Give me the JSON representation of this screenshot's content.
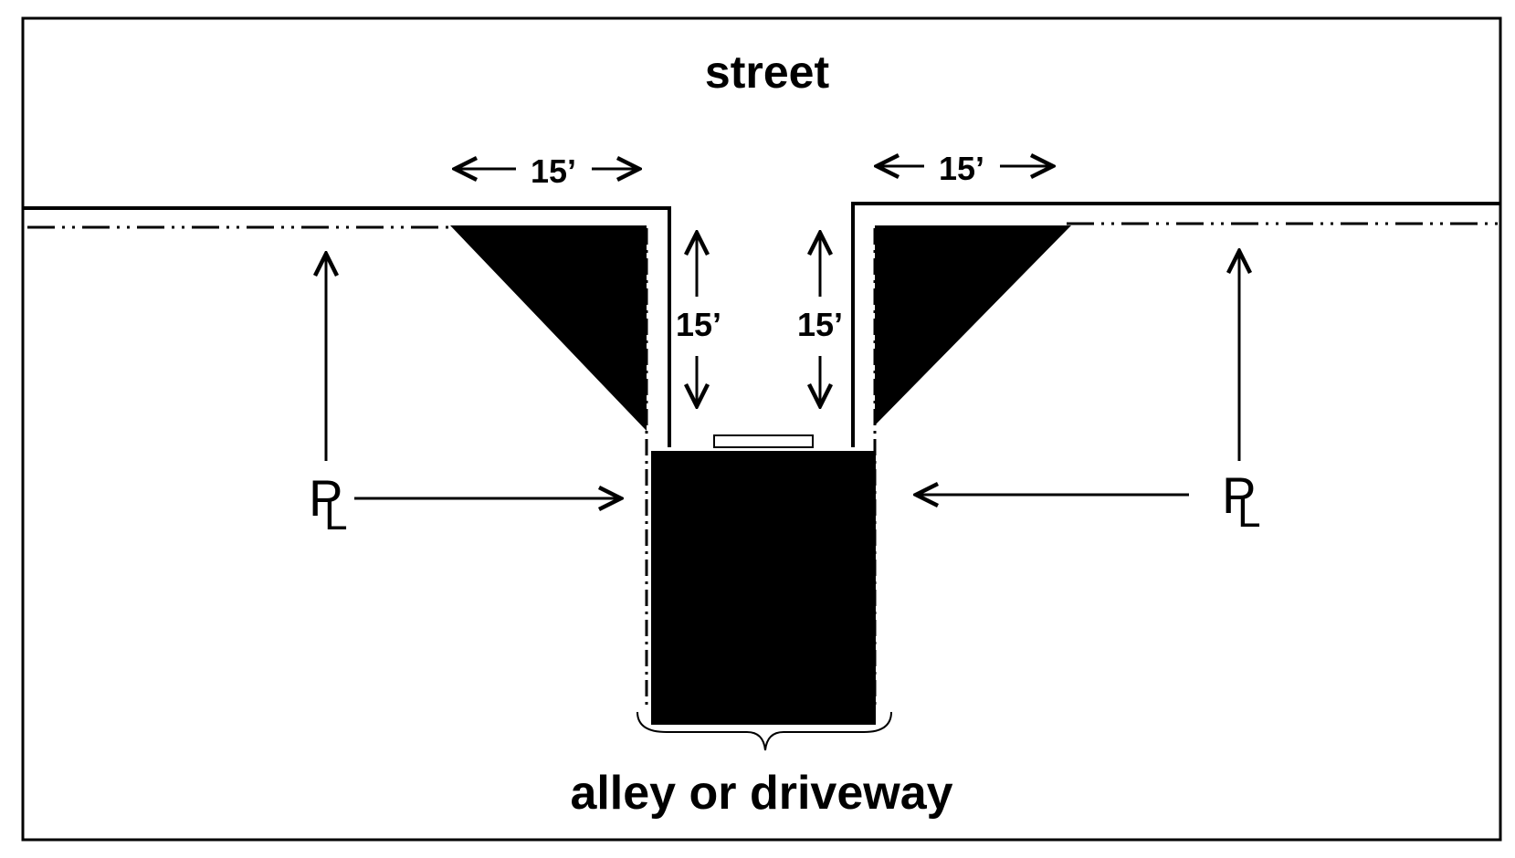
{
  "labels": {
    "street": "street",
    "alley": "alley or driveway",
    "dim_top_left": "15’",
    "dim_top_right": "15’",
    "dim_side_left": "15’",
    "dim_side_right": "15’",
    "pl_left_p": "P",
    "pl_left_l": "L",
    "pl_right_p": "P",
    "pl_right_l": "L"
  },
  "colors": {
    "ink": "#000000",
    "paper": "#ffffff"
  }
}
